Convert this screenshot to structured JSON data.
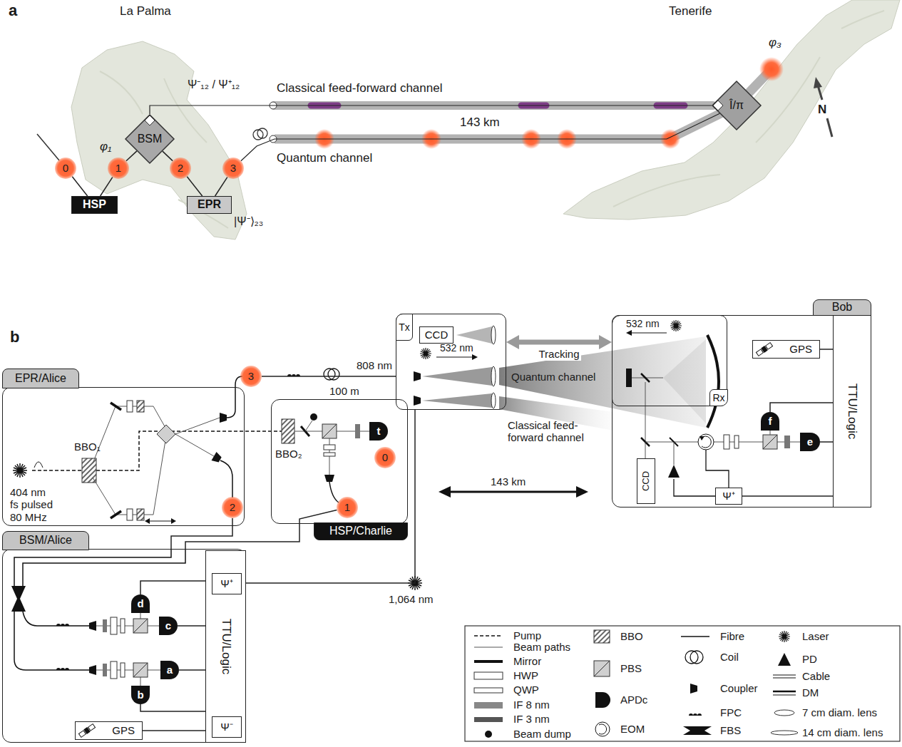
{
  "diagram": {
    "nodes": [
      {
        "text": [
          "HSP"
        ]
      },
      {
        "text": [
          "EPR"
        ]
      },
      {
        "text": [
          "BSM"
        ]
      },
      {
        "text": [
          "0"
        ]
      },
      {
        "text": [
          "1"
        ]
      },
      {
        "text": [
          "2"
        ]
      },
      {
        "text": [
          "3"
        ]
      },
      {
        "text": [
          "Î/π"
        ]
      },
      {
        "text": [
          "EPR/Alice"
        ]
      },
      {
        "text": [
          "HSP/Charlie"
        ]
      },
      {
        "text": [
          "0"
        ],
        "in": 9
      },
      {
        "text": [
          "1"
        ],
        "in": 9
      },
      {
        "text": [
          "t"
        ],
        "in": 9
      },
      {
        "text": [
          "3"
        ]
      },
      {
        "text": [
          "2"
        ],
        "in": 8
      },
      {
        "text": [
          "Tx"
        ]
      },
      {
        "text": [
          "CCD"
        ],
        "in": 15
      },
      {
        "text": [
          "Bob"
        ]
      },
      {
        "text": [
          "Rx"
        ],
        "in": 17
      },
      {
        "text": [
          "GPS"
        ],
        "in": 17
      },
      {
        "text": [
          "TTU/Logic"
        ],
        "in": 17
      },
      {
        "text": [
          "f"
        ],
        "in": 17
      },
      {
        "text": [
          "e"
        ],
        "in": 17
      },
      {
        "text": [
          "CCD"
        ],
        "in": 17
      },
      {
        "text": [
          "Ψ⁺"
        ],
        "in": 17
      },
      {
        "text": [
          "BSM/Alice"
        ]
      },
      {
        "text": [
          "d"
        ],
        "in": 25
      },
      {
        "text": [
          "c"
        ],
        "in": 25
      },
      {
        "text": [
          "a"
        ],
        "in": 25
      },
      {
        "text": [
          "b"
        ],
        "in": 25
      },
      {
        "text": [
          "TTU/Logic"
        ],
        "in": 25
      },
      {
        "text": [
          "Ψ⁺"
        ],
        "in": 30
      },
      {
        "text": [
          "Ψ⁻"
        ],
        "in": 30
      },
      {
        "text": [
          "GPS"
        ],
        "in": 25
      }
    ],
    "edges": [
      {
        "from": 0,
        "to": 3,
        "arrow": "none"
      },
      {
        "from": 0,
        "to": 4,
        "arrow": "none"
      },
      {
        "from": 4,
        "to": 2,
        "arrow": "none"
      },
      {
        "from": 1,
        "to": 5,
        "arrow": "none"
      },
      {
        "from": 5,
        "to": 2,
        "arrow": "none"
      },
      {
        "from": 1,
        "to": 6,
        "arrow": "none"
      },
      {
        "from": 2,
        "to": 7,
        "arrow": "none"
      },
      {
        "from": 6,
        "to": 7,
        "arrow": "none"
      },
      {
        "from": 14,
        "to": 25,
        "arrow": "none"
      },
      {
        "from": 11,
        "to": 25,
        "arrow": "none"
      },
      {
        "from": 13,
        "to": 15,
        "arrow": "none"
      },
      {
        "from": 15,
        "to": 18,
        "label": "Tracking",
        "arrow": "both"
      },
      {
        "from": 31,
        "to": 15,
        "arrow": "none"
      },
      {
        "from": 24,
        "to": 20,
        "arrow": "none"
      },
      {
        "from": 21,
        "to": 20,
        "arrow": "none"
      },
      {
        "from": 22,
        "to": 20,
        "arrow": "none"
      },
      {
        "from": 19,
        "to": 20,
        "arrow": "none"
      },
      {
        "from": 26,
        "to": 30,
        "arrow": "none"
      },
      {
        "from": 27,
        "to": 30,
        "arrow": "none"
      },
      {
        "from": 28,
        "to": 30,
        "arrow": "none"
      },
      {
        "from": 29,
        "to": 30,
        "arrow": "none"
      },
      {
        "from": 33,
        "to": 30,
        "arrow": "none"
      }
    ],
    "labels": [
      "a",
      "La Palma",
      "Tenerife",
      "Ψ⁻₁₂ / Ψ⁺₁₂",
      "φ₁",
      "Classical feed-forward channel",
      "143 km",
      "Quantum channel",
      "|Ψ⁻⟩₂₃",
      "φ₃",
      "N",
      "b",
      "BBO₁",
      "404 nm fs pulsed 80 MHz",
      "BBO₂",
      "808 nm",
      "100 m",
      "532 nm",
      "Quantum channel",
      "Classical feed-forward channel",
      "532 nm",
      "143 km",
      "1,064 nm"
    ],
    "legend": [
      {
        "text": "Pump"
      },
      {
        "text": "Beam paths"
      },
      {
        "text": "Mirror"
      },
      {
        "text": "HWP"
      },
      {
        "text": "QWP"
      },
      {
        "text": "IF 8 nm"
      },
      {
        "text": "IF 3 nm"
      },
      {
        "text": "Beam dump"
      },
      {
        "text": "BBO"
      },
      {
        "text": "PBS"
      },
      {
        "text": "APDc"
      },
      {
        "text": "EOM"
      },
      {
        "text": "Fibre"
      },
      {
        "text": "Coil"
      },
      {
        "text": "Coupler"
      },
      {
        "text": "FPC"
      },
      {
        "text": "FBS"
      },
      {
        "text": "Laser"
      },
      {
        "text": "PD"
      },
      {
        "text": "Cable"
      },
      {
        "text": "DM"
      },
      {
        "text": "7 cm diam. lens"
      },
      {
        "text": "14 cm diam. lens"
      }
    ]
  }
}
